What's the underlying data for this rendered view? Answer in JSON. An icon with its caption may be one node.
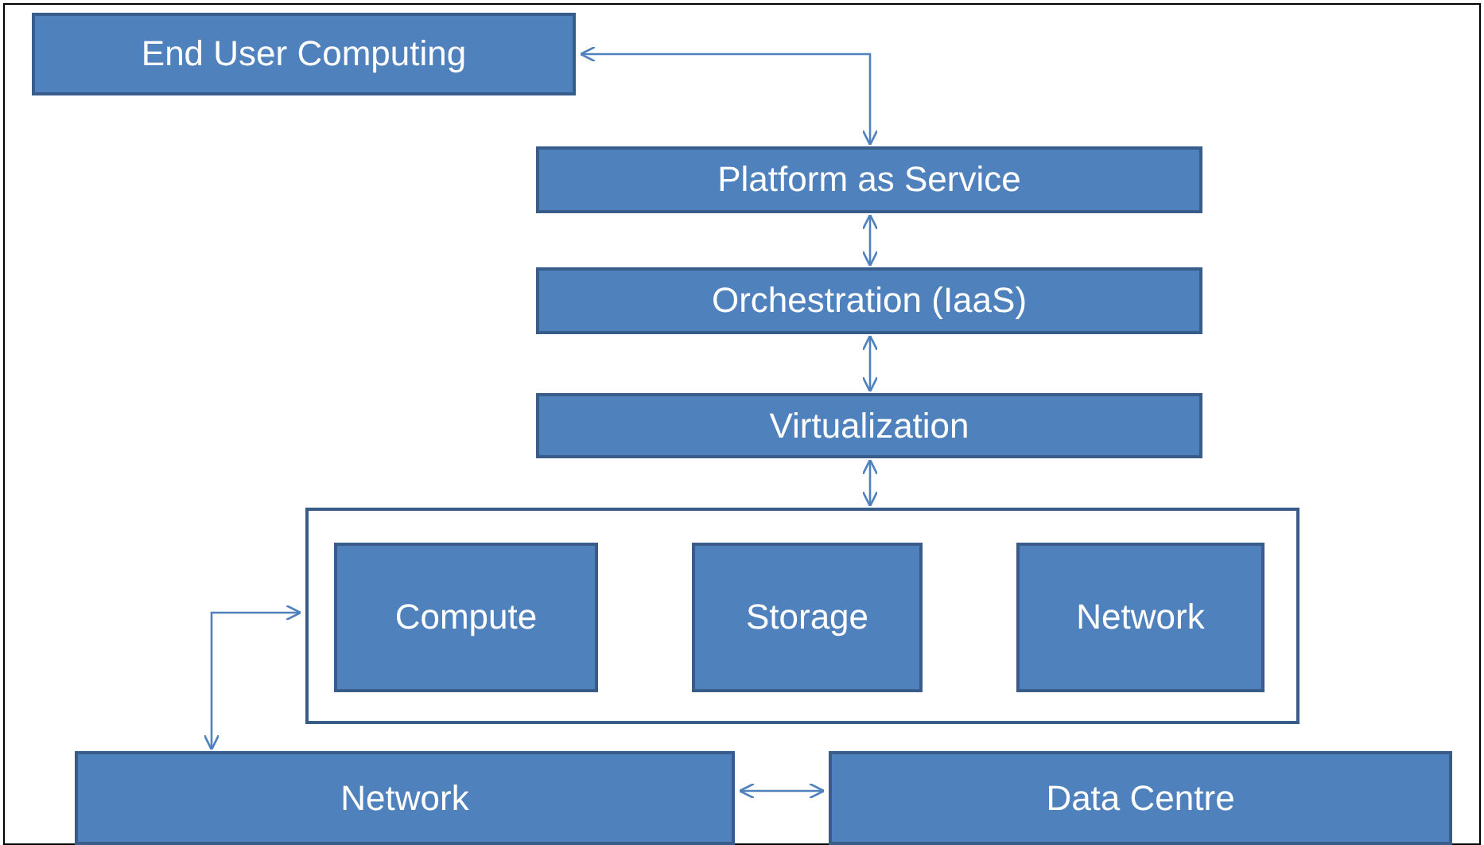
{
  "diagram": {
    "nodes": [
      {
        "text": [
          "End User Computing"
        ]
      },
      {
        "text": [
          "Platform as Service"
        ]
      },
      {
        "text": [
          "Orchestration (IaaS)"
        ]
      },
      {
        "text": [
          "Virtualization"
        ]
      },
      {
        "text": [],
        "shape": "box"
      },
      {
        "text": [
          "Compute"
        ],
        "in": 4
      },
      {
        "text": [
          "Storage"
        ],
        "in": 4
      },
      {
        "text": [
          "Network"
        ],
        "in": 4
      },
      {
        "text": [
          "Network"
        ]
      },
      {
        "text": [
          "Data Centre"
        ]
      }
    ],
    "edges": [
      {
        "from": 0,
        "to": 1,
        "arrow": "both"
      },
      {
        "from": 1,
        "to": 2,
        "arrow": "both"
      },
      {
        "from": 2,
        "to": 3,
        "arrow": "both"
      },
      {
        "from": 3,
        "to": 4,
        "arrow": "both"
      },
      {
        "from": 8,
        "to": 4,
        "arrow": "both"
      },
      {
        "from": 8,
        "to": 9,
        "arrow": "both"
      }
    ]
  }
}
